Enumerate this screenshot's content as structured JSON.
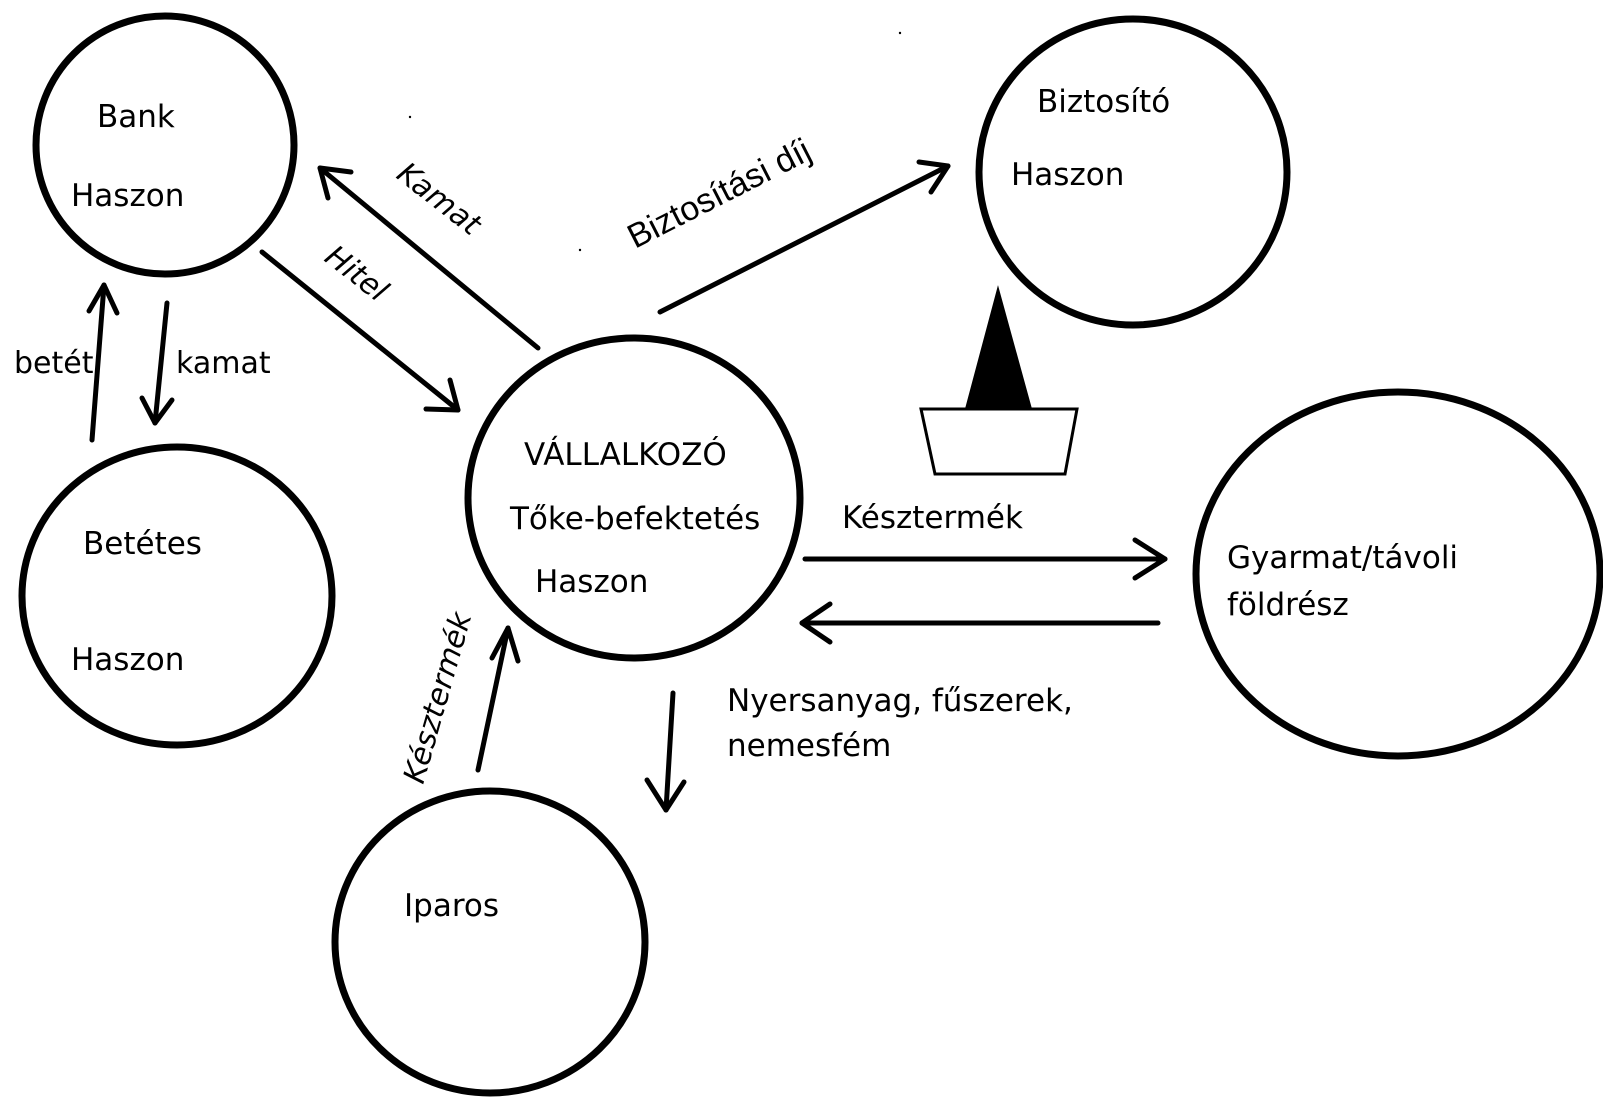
{
  "nodes": {
    "bank": {
      "title": "Bank",
      "subtitle": "Haszon"
    },
    "depositor": {
      "title": "Betétes",
      "subtitle": "Haszon"
    },
    "entrepreneur": {
      "title": "VÁLLALKOZÓ",
      "line2": "Tőke-befektetés",
      "line3": "Haszon"
    },
    "insurer": {
      "title": "Biztosító",
      "subtitle": "Haszon"
    },
    "colony": {
      "line1": "Gyarmat/távoli",
      "line2": "földrész"
    },
    "craftsman": {
      "title": "Iparos"
    }
  },
  "edges": {
    "deposit": "betét",
    "interest_to_depositor": "kamat",
    "interest_to_bank": "Kamat",
    "loan": "Hitel",
    "insurance_fee": "Biztosítási díj",
    "finished_goods_export": "Késztermék",
    "raw_materials_line1": "Nyersanyag, fűszerek,",
    "raw_materials_line2": "nemesfém",
    "finished_goods_craftsman": "Késztermék"
  },
  "icons": {
    "ship": "ship-icon"
  }
}
